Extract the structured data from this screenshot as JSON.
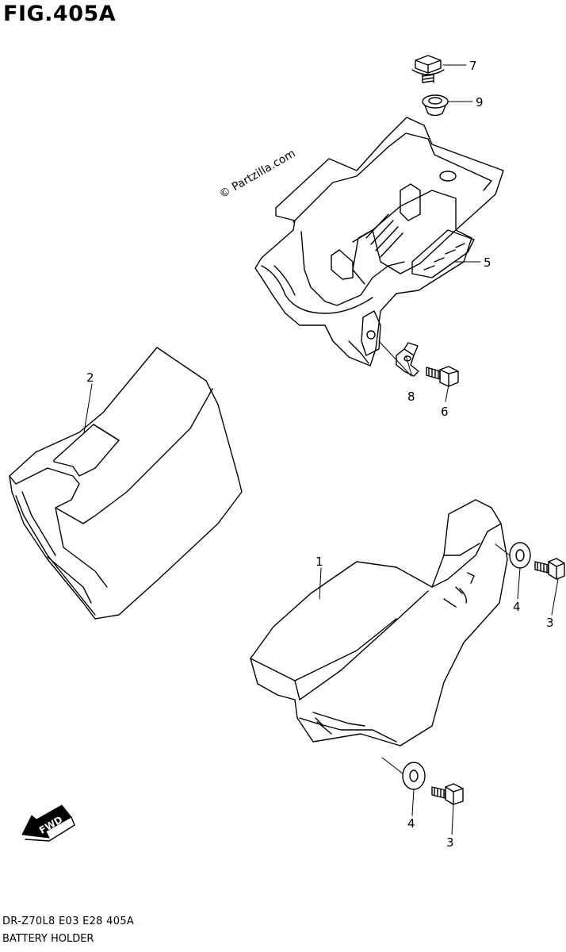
{
  "figure": {
    "title": "FIG.405A"
  },
  "watermark": "© Partzilla.com",
  "direction_tag": "FWD",
  "callouts": [
    "1",
    "2",
    "3",
    "3",
    "4",
    "4",
    "5",
    "6",
    "7",
    "8",
    "9"
  ],
  "footer": {
    "code": "DR-Z70L8  E03  E28  405A",
    "name": "BATTERY HOLDER"
  }
}
